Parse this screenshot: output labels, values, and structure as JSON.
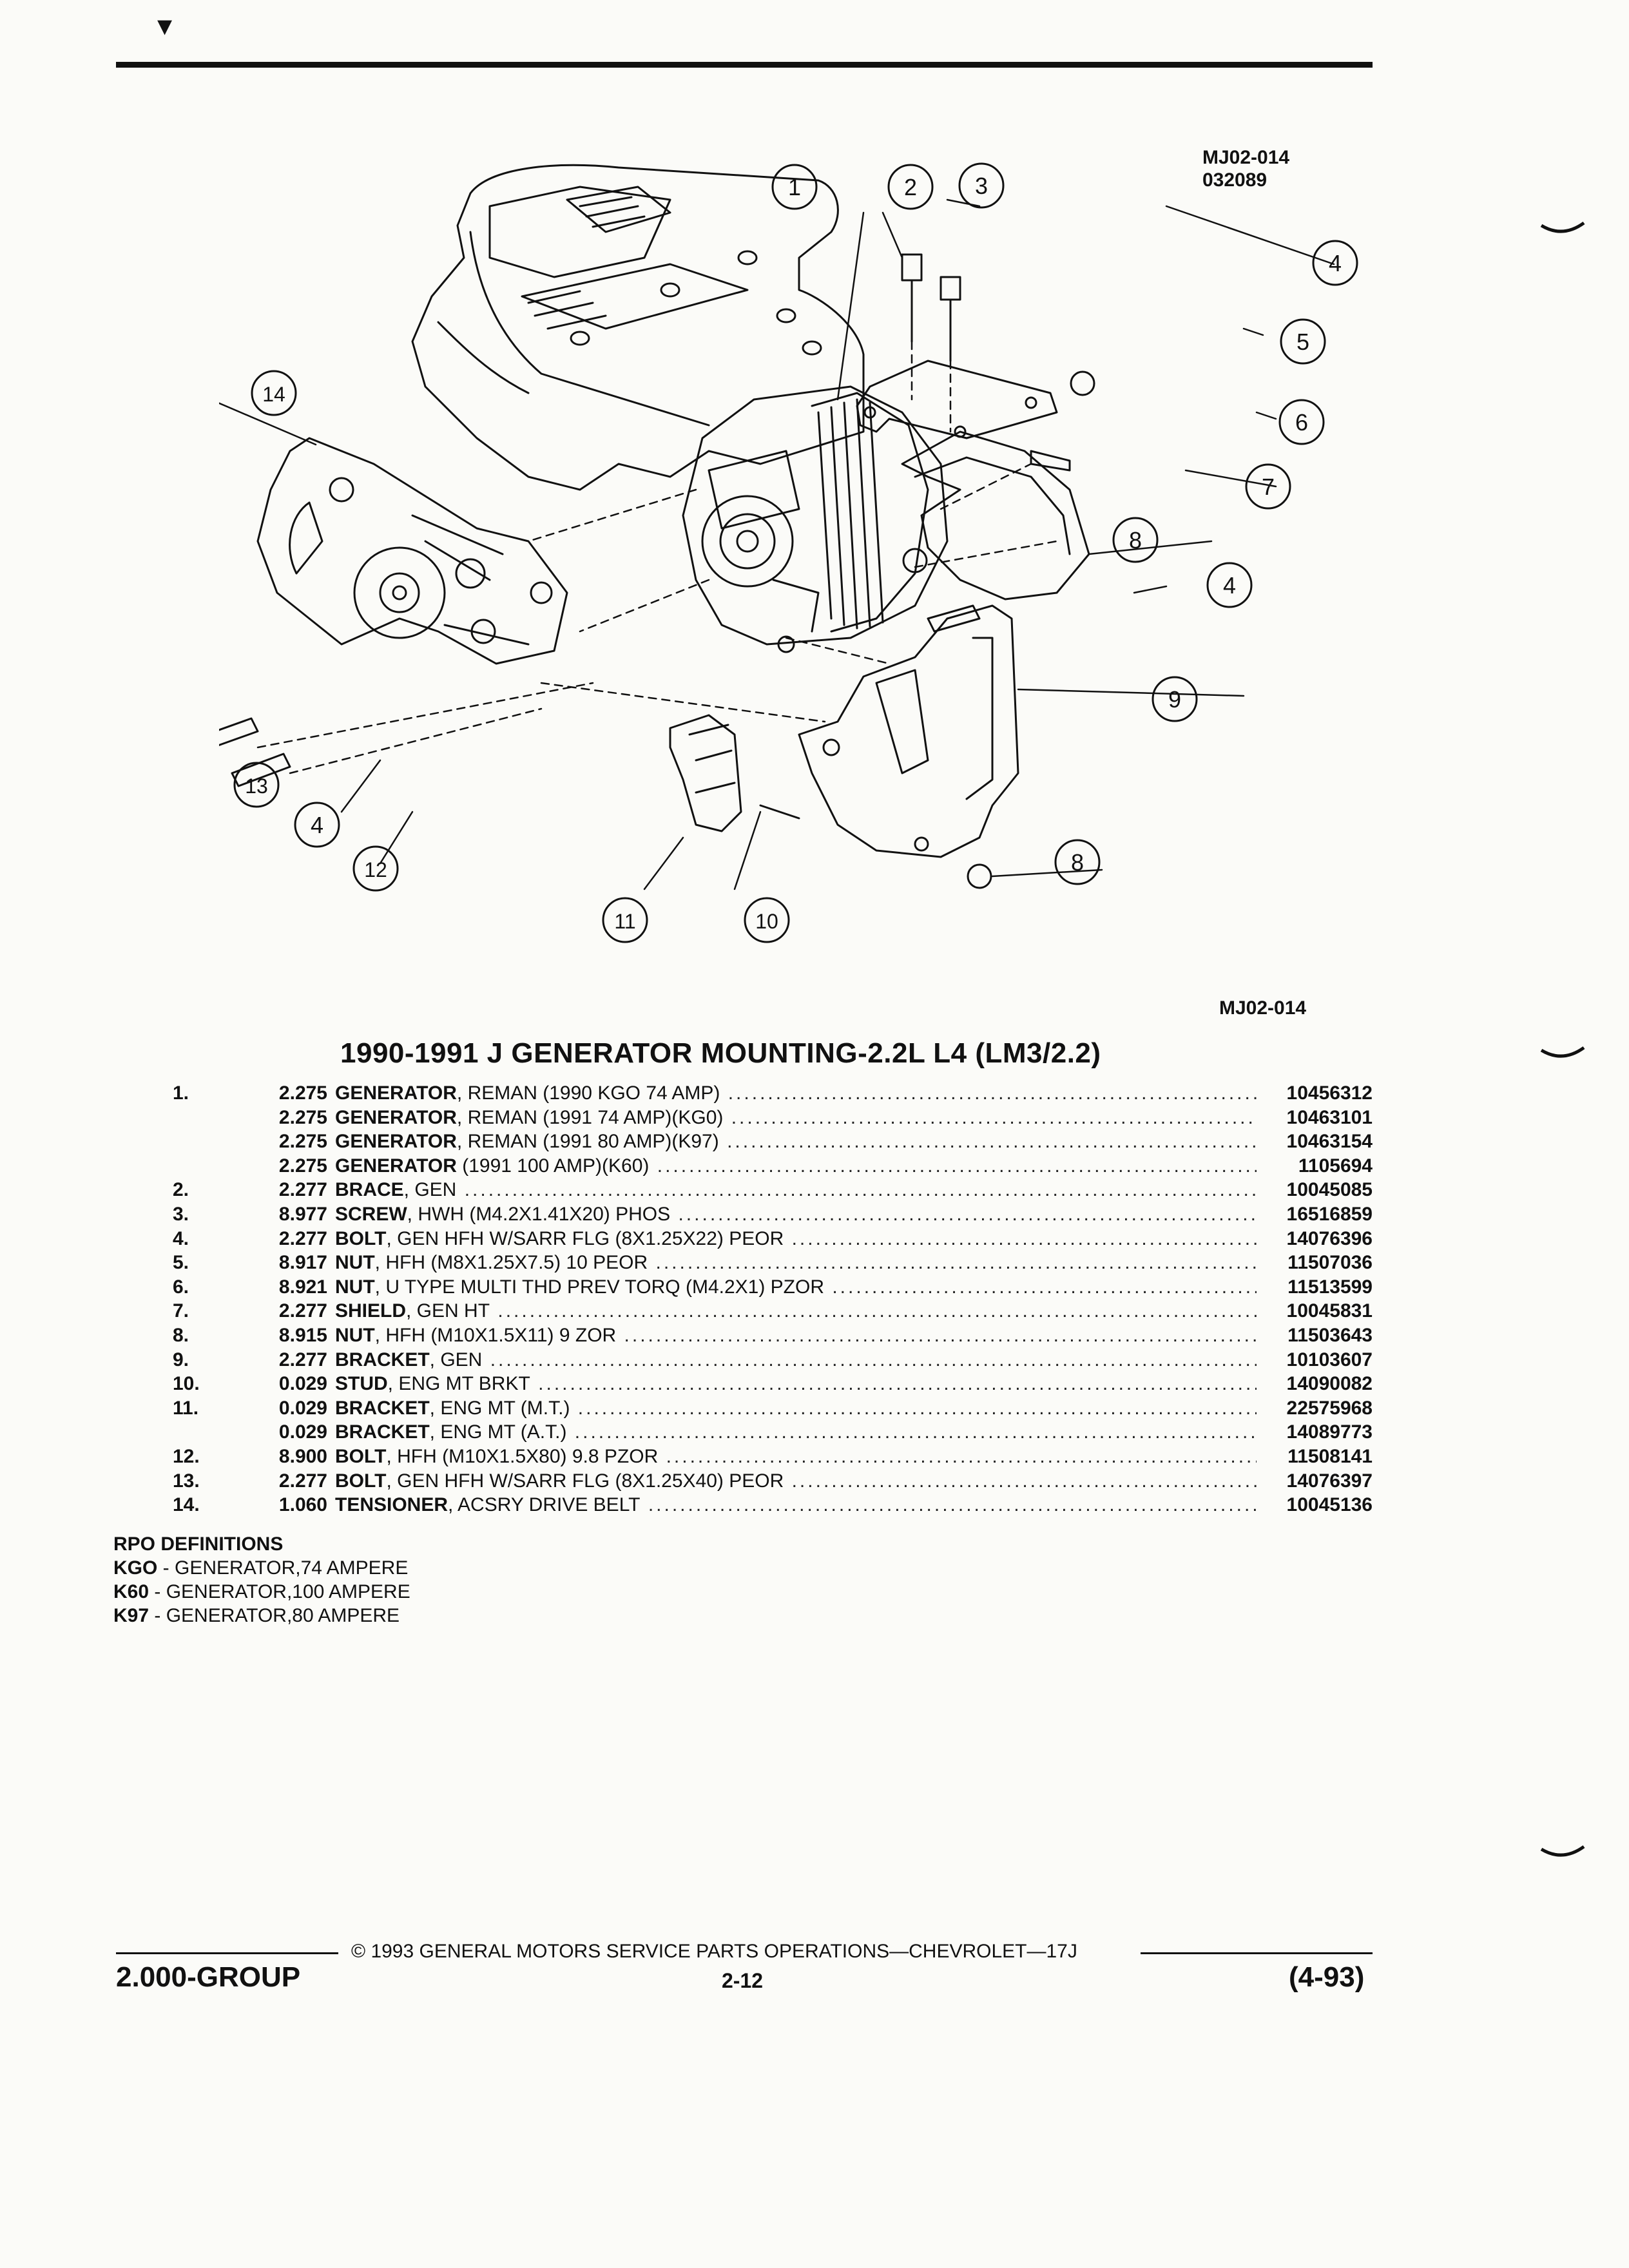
{
  "header": {
    "figure_id": "MJ02-014",
    "figure_date": "032089",
    "figure_id_bottom": "MJ02-014"
  },
  "title": "1990-1991 J GENERATOR MOUNTING-2.2L L4 (LM3/2.2)",
  "callouts": [
    "1",
    "2",
    "3",
    "4",
    "5",
    "6",
    "7",
    "8",
    "9",
    "10",
    "11",
    "12",
    "13",
    "14"
  ],
  "parts": [
    {
      "num": "1.",
      "group": "2.275",
      "name": "GENERATOR",
      "detail": ", REMAN (1990 KGO 74 AMP)",
      "pn": "10456312"
    },
    {
      "num": "",
      "group": "2.275",
      "name": "GENERATOR",
      "detail": ", REMAN (1991 74 AMP)(KG0)",
      "pn": "10463101"
    },
    {
      "num": "",
      "group": "2.275",
      "name": "GENERATOR",
      "detail": ", REMAN (1991 80 AMP)(K97)",
      "pn": "10463154"
    },
    {
      "num": "",
      "group": "2.275",
      "name": "GENERATOR",
      "detail": " (1991 100 AMP)(K60)",
      "pn": "1105694"
    },
    {
      "num": "2.",
      "group": "2.277",
      "name": "BRACE",
      "detail": ", GEN",
      "pn": "10045085"
    },
    {
      "num": "3.",
      "group": "8.977",
      "name": "SCREW",
      "detail": ", HWH (M4.2X1.41X20) PHOS",
      "pn": "16516859"
    },
    {
      "num": "4.",
      "group": "2.277",
      "name": "BOLT",
      "detail": ", GEN HFH W/SARR FLG (8X1.25X22) PEOR",
      "pn": "14076396"
    },
    {
      "num": "5.",
      "group": "8.917",
      "name": "NUT",
      "detail": ", HFH (M8X1.25X7.5) 10 PEOR",
      "pn": "11507036"
    },
    {
      "num": "6.",
      "group": "8.921",
      "name": "NUT",
      "detail": ", U TYPE MULTI THD PREV TORQ (M4.2X1) PZOR",
      "pn": "11513599"
    },
    {
      "num": "7.",
      "group": "2.277",
      "name": "SHIELD",
      "detail": ", GEN HT",
      "pn": "10045831"
    },
    {
      "num": "8.",
      "group": "8.915",
      "name": "NUT",
      "detail": ", HFH (M10X1.5X11) 9 ZOR",
      "pn": "11503643"
    },
    {
      "num": "9.",
      "group": "2.277",
      "name": "BRACKET",
      "detail": ", GEN",
      "pn": "10103607"
    },
    {
      "num": "10.",
      "group": "0.029",
      "name": "STUD",
      "detail": ", ENG MT BRKT",
      "pn": "14090082"
    },
    {
      "num": "11.",
      "group": "0.029",
      "name": "BRACKET",
      "detail": ", ENG MT (M.T.)",
      "pn": "22575968"
    },
    {
      "num": "",
      "group": "0.029",
      "name": "BRACKET",
      "detail": ", ENG MT (A.T.)",
      "pn": "14089773"
    },
    {
      "num": "12.",
      "group": "8.900",
      "name": "BOLT",
      "detail": ", HFH (M10X1.5X80) 9.8 PZOR",
      "pn": "11508141"
    },
    {
      "num": "13.",
      "group": "2.277",
      "name": "BOLT",
      "detail": ", GEN HFH W/SARR FLG (8X1.25X40) PEOR",
      "pn": "14076397"
    },
    {
      "num": "14.",
      "group": "1.060",
      "name": "TENSIONER",
      "detail": ", ACSRY DRIVE BELT",
      "pn": "10045136"
    }
  ],
  "rpo": {
    "title": "RPO DEFINITIONS",
    "items": [
      {
        "code": "KGO",
        "text": " - GENERATOR,74 AMPERE"
      },
      {
        "code": "K60",
        "text": " - GENERATOR,100 AMPERE"
      },
      {
        "code": "K97",
        "text": " - GENERATOR,80 AMPERE"
      }
    ]
  },
  "footer": {
    "copyright": "© 1993 GENERAL MOTORS SERVICE PARTS OPERATIONS—CHEVROLET—17J",
    "group": "2.000-GROUP",
    "page": "2-12",
    "date": "(4-93)"
  }
}
